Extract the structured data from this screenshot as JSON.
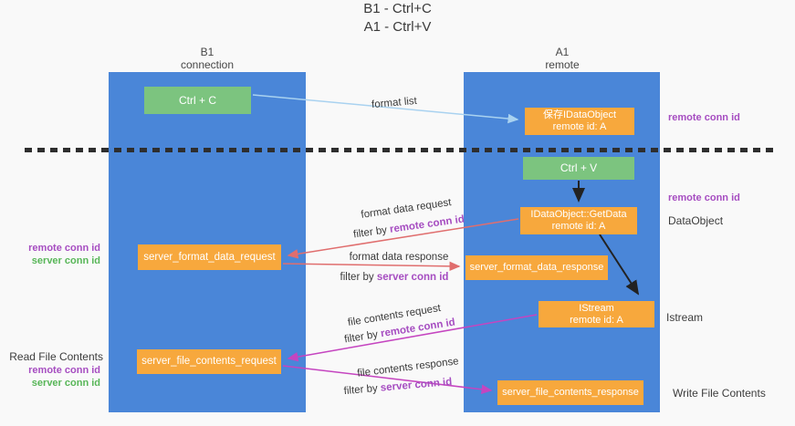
{
  "title": {
    "line1": "B1 - Ctrl+C",
    "line2": "A1 - Ctrl+V"
  },
  "lifelines": {
    "left": {
      "name": "B1",
      "role": "connection"
    },
    "right": {
      "name": "A1",
      "role": "remote"
    }
  },
  "nodes": {
    "ctrl_c": "Ctrl + C",
    "ctrl_v": "Ctrl + V",
    "save_idataobject": {
      "line1": "保存IDataObject",
      "line2": "remote id: A"
    },
    "getdata": {
      "line1": "IDataObject::GetData",
      "line2": "remote id: A"
    },
    "istream": {
      "line1": "IStream",
      "line2": "remote id: A"
    },
    "server_format_data_request": "server_format_data_request",
    "server_format_data_response": "server_format_data_response",
    "server_file_contents_request": "server_file_contents_request",
    "server_file_contents_response": "server_file_contents_response"
  },
  "left_labels": {
    "remote_conn_id": "remote conn id",
    "server_conn_id": "server conn id",
    "read_file_contents": "Read File Contents",
    "remote_conn_id_2": "remote conn id",
    "server_conn_id_2": "server conn id"
  },
  "right_labels": {
    "remote_conn_id_top": "remote conn id",
    "remote_conn_id_mid": "remote conn id",
    "dataobject": "DataObject",
    "istream": "Istream",
    "write_file_contents": "Write File Contents"
  },
  "arrow_labels": {
    "format_list": "format list",
    "format_data_request": "format data request",
    "format_data_response": "format data response",
    "file_contents_request": "file contents request",
    "file_contents_response": "file contents response",
    "filter_by": "filter by ",
    "remote_conn_id": "remote conn id",
    "server_conn_id": "server conn id"
  },
  "colors": {
    "lifeline_blue": "#4a86d8",
    "node_green": "#7cc47f",
    "node_orange": "#f7a83d",
    "purple_text": "#a64dc1",
    "green_text": "#58b658",
    "salmon_arrow": "#e06e6e",
    "magenta_arrow": "#c545c0",
    "lightblue_arrow": "#a9d2f0",
    "black_arrow": "#222222"
  }
}
